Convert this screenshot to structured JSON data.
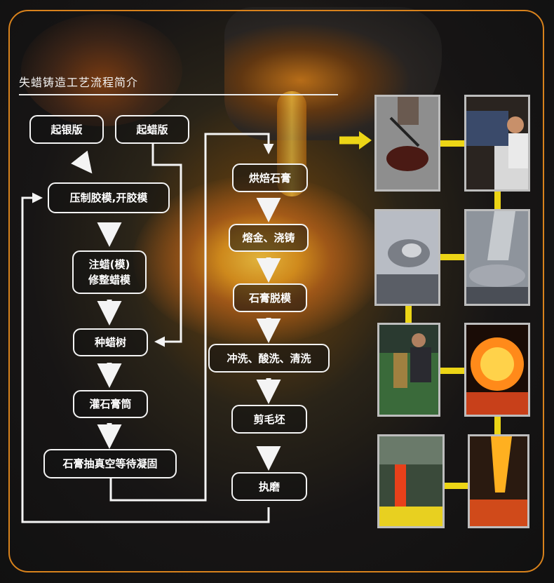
{
  "title": "失蜡铸造工艺流程简介",
  "steps": {
    "silver_plate": "起银版",
    "wax_plate": "起蜡版",
    "press_mold": "压制胶模,开胶模",
    "inject_wax_1": "注蜡(模)",
    "inject_wax_2": "修整蜡模",
    "wax_tree": "种蜡树",
    "plaster_cylinder": "灌石膏筒",
    "vacuum": "石膏抽真空等待凝固",
    "bake": "烘焙石膏",
    "melt_pour": "熔金、浇铸",
    "demold": "石膏脱模",
    "wash": "冲洗、酸洗、清洗",
    "trim": "剪毛坯",
    "polish": "执磨"
  },
  "colors": {
    "border": "#d8821c",
    "connector": "#ecd516",
    "arrow": "#f4f4f4",
    "photo_border": "#bdbdbd"
  }
}
